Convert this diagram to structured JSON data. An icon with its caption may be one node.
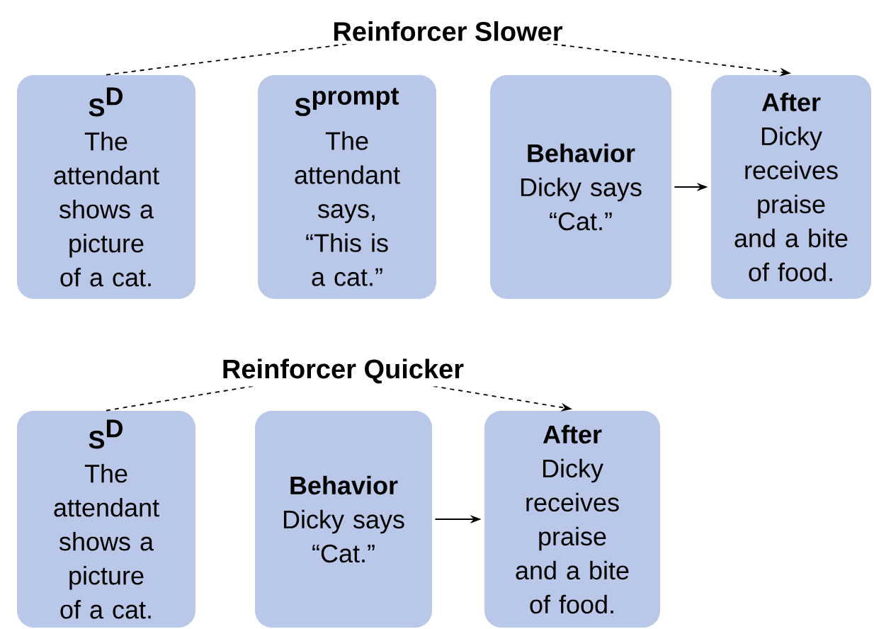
{
  "diagram": {
    "nodes": [
      {
        "text": [
          "\\textbf{S}^{\\textbf{D}}",
          "The attendant shows a picture of a cat."
        ]
      },
      {
        "text": [
          "\\textbf{S}^{\\textbf{prompt}}",
          "The attendant says, “This is a cat.”"
        ]
      },
      {
        "text": [
          "Behavior",
          "Dicky says “Cat.”"
        ]
      },
      {
        "text": [
          "After",
          "Dicky receives praise and a bite of food."
        ]
      },
      {
        "text": [
          "\\textbf{S}^{\\textbf{D}}",
          "The attendant shows a picture of a cat."
        ]
      },
      {
        "text": [
          "Behavior",
          "Dicky says “Cat.”"
        ]
      },
      {
        "text": [
          "After",
          "Dicky receives praise and a bite of food."
        ]
      }
    ],
    "edges": [
      {
        "from": 0,
        "to": 3,
        "arrow": "to",
        "style": "dashed",
        "label": "Reinforcer Slower"
      },
      {
        "from": 2,
        "to": 3,
        "arrow": "to"
      },
      {
        "from": 4,
        "to": 6,
        "arrow": "to",
        "style": "dashed",
        "label": "Reinforcer Quicker"
      },
      {
        "from": 5,
        "to": 6,
        "arrow": "to"
      }
    ]
  }
}
